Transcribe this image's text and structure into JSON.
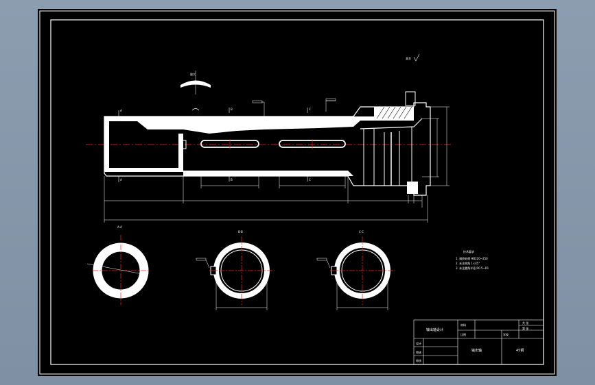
{
  "drawing": {
    "title": "",
    "section_labels": {
      "aa": "A-A",
      "bb": "B-B",
      "cc": "C-C"
    },
    "cut_markers": [
      "A",
      "A",
      "B",
      "B",
      "C",
      "C"
    ],
    "detail_label": "放大",
    "roughness_note": "其余",
    "tech_requirements_title": "技术要求",
    "tech_requirements": [
      "1. 调质处理 HB220~250",
      "2. 未注倒角 1×45°",
      "3. 未注圆角半径 R0.5~R1"
    ]
  },
  "title_block": {
    "part_name": "输出轴设计",
    "material_label": "材料",
    "scale_label": "比例",
    "designer_label": "设计",
    "checker_label": "审核",
    "school_label": "学校",
    "center_text": "输出轴",
    "drawing_no": "45钢",
    "sheet_info": "共 张",
    "sheet_info2": "第 张"
  },
  "colors": {
    "background": "#000000",
    "line": "#ffffff",
    "centerline": "#ff2020",
    "window": "#8d9db0"
  }
}
